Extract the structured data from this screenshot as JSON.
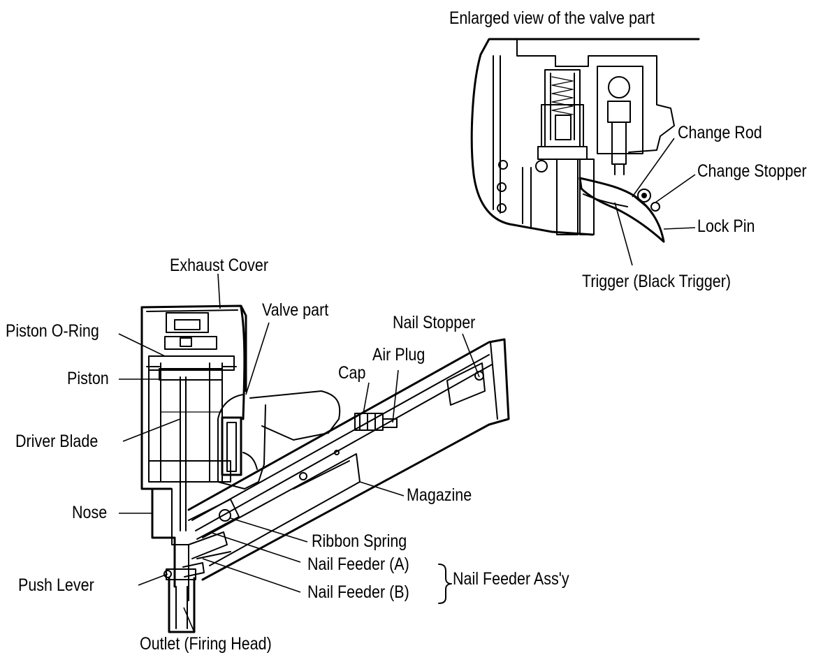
{
  "inset_title": "Enlarged view of the valve part",
  "labels": {
    "change_rod": "Change Rod",
    "change_stopper": "Change Stopper",
    "lock_pin": "Lock Pin",
    "trigger": "Trigger (Black Trigger)",
    "exhaust_cover": "Exhaust Cover",
    "valve_part": "Valve part",
    "nail_stopper": "Nail Stopper",
    "piston_o_ring": "Piston O-Ring",
    "air_plug": "Air Plug",
    "cap": "Cap",
    "piston": "Piston",
    "driver_blade": "Driver Blade",
    "magazine": "Magazine",
    "nose": "Nose",
    "ribbon_spring": "Ribbon Spring",
    "nail_feeder_a": "Nail Feeder (A)",
    "nail_feeder_b": "Nail Feeder (B)",
    "nail_feeder_assy": "Nail Feeder Ass'y",
    "push_lever": "Push Lever",
    "outlet": "Outlet (Firing Head)"
  }
}
